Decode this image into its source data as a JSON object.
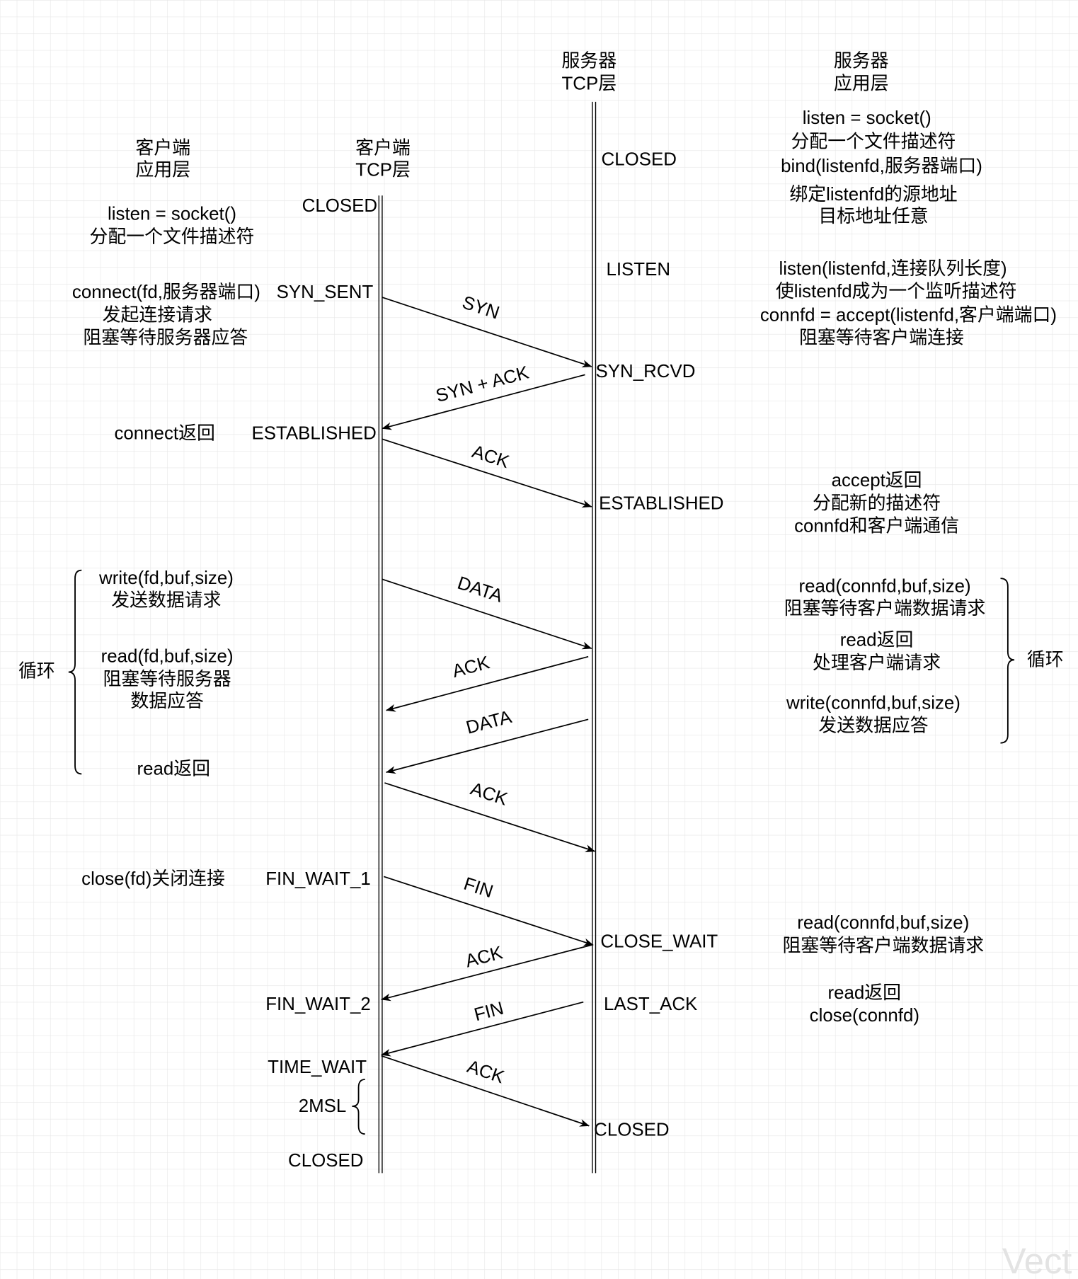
{
  "headers": {
    "client_app": {
      "line1": "客户端",
      "line2": "应用层"
    },
    "client_tcp": {
      "line1": "客户端",
      "line2": "TCP层"
    },
    "server_tcp": {
      "line1": "服务器",
      "line2": "TCP层"
    },
    "server_app": {
      "line1": "服务器",
      "line2": "应用层"
    }
  },
  "client_app": {
    "socket": [
      "listen = socket()",
      "分配一个文件描述符"
    ],
    "connect": [
      "connect(fd,服务器端口)",
      "发起连接请求",
      "阻塞等待服务器应答"
    ],
    "connect_return": "connect返回",
    "write": [
      "write(fd,buf,size)",
      "发送数据请求"
    ],
    "read": [
      "read(fd,buf,size)",
      "阻塞等待服务器",
      "数据应答"
    ],
    "read_return": "read返回",
    "close": "close(fd)关闭连接",
    "loop": "循环"
  },
  "client_tcp": {
    "states": [
      "CLOSED",
      "SYN_SENT",
      "ESTABLISHED",
      "FIN_WAIT_1",
      "FIN_WAIT_2",
      "TIME_WAIT",
      "CLOSED"
    ],
    "timer": "2MSL"
  },
  "server_tcp": {
    "states": [
      "CLOSED",
      "LISTEN",
      "SYN_RCVD",
      "ESTABLISHED",
      "CLOSE_WAIT",
      "LAST_ACK",
      "CLOSED"
    ]
  },
  "server_app": {
    "socket": [
      "listen = socket()",
      "分配一个文件描述符",
      "bind(listenfd,服务器端口)"
    ],
    "bind_note": [
      "绑定listenfd的源地址",
      "目标地址任意"
    ],
    "listen": [
      "listen(listenfd,连接队列长度)",
      "使listenfd成为一个监听描述符",
      "connfd = accept(listenfd,客户端端口)",
      "阻塞等待客户端连接"
    ],
    "accept_return": [
      "accept返回",
      "分配新的描述符",
      "connfd和客户端通信"
    ],
    "read": [
      "read(connfd,buf,size)",
      "阻塞等待客户端数据请求"
    ],
    "read_return": [
      "read返回",
      "处理客户端请求"
    ],
    "write": [
      "write(connfd,buf,size)",
      "发送数据应答"
    ],
    "read_close": [
      "read(connfd,buf,size)",
      "阻塞等待客户端数据请求"
    ],
    "close": [
      "read返回",
      "close(connfd)"
    ],
    "loop": "循环"
  },
  "messages": [
    "SYN",
    "SYN + ACK",
    "ACK",
    "DATA",
    "ACK",
    "DATA",
    "ACK",
    "FIN",
    "ACK",
    "FIN",
    "ACK"
  ],
  "watermark": "Vect",
  "colors": {
    "background": "#ffffff",
    "grid": "#e6e6e6",
    "ink": "#000000",
    "watermark": "#e3e3e3"
  }
}
